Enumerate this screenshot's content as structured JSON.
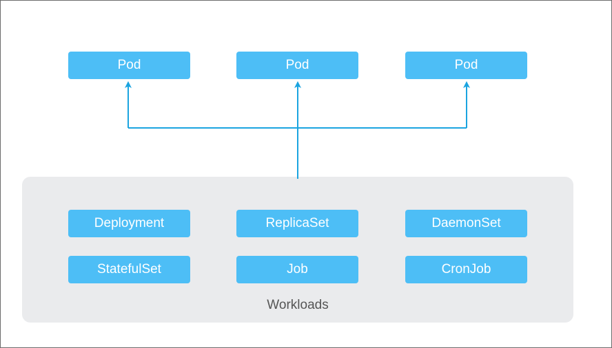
{
  "pods": [
    {
      "label": "Pod"
    },
    {
      "label": "Pod"
    },
    {
      "label": "Pod"
    }
  ],
  "workloads": {
    "label": "Workloads",
    "items": [
      {
        "label": "Deployment"
      },
      {
        "label": "ReplicaSet"
      },
      {
        "label": "DaemonSet"
      },
      {
        "label": "StatefulSet"
      },
      {
        "label": "Job"
      },
      {
        "label": "CronJob"
      }
    ]
  },
  "colors": {
    "box_fill": "#4dbef6",
    "box_text": "#ffffff",
    "connector": "#1aa4e0",
    "group_fill": "#eaebed",
    "group_label": "#555555",
    "frame_border": "#6b6b6b"
  }
}
